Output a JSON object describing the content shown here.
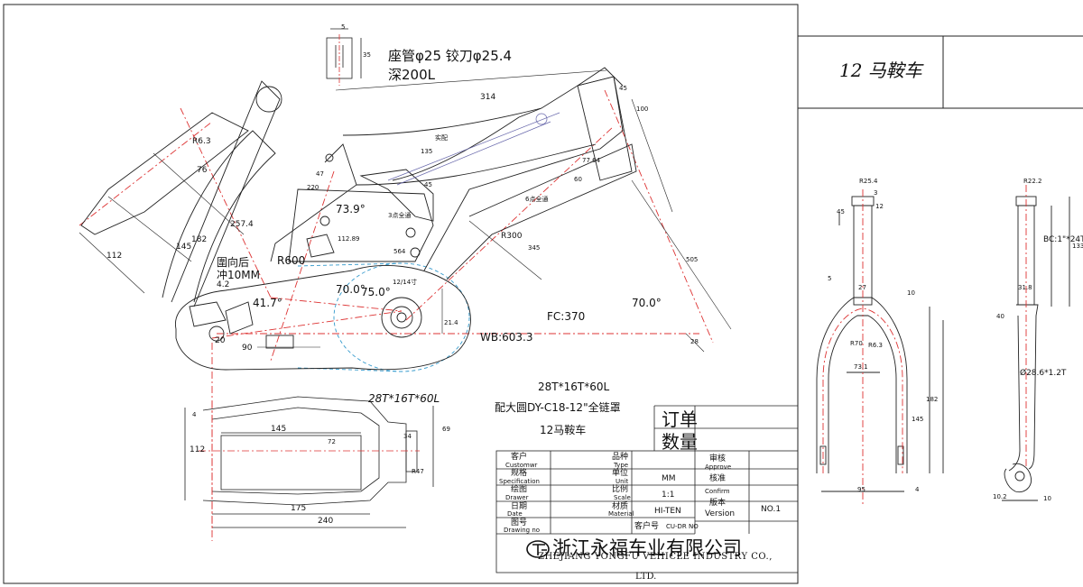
{
  "title_block": {
    "product_name": "12 马鞍车",
    "order_label": "订单",
    "quantity_label": "数量",
    "rows": [
      {
        "cn": "客户",
        "en": "Customwr",
        "value": ""
      },
      {
        "cn": "规格",
        "en": "Specification",
        "value": ""
      },
      {
        "cn": "绘图",
        "en": "Drawer",
        "value": ""
      },
      {
        "cn": "日期",
        "en": "Date",
        "value": ""
      },
      {
        "cn": "图号",
        "en": "Drawing no",
        "value": ""
      }
    ],
    "mid_rows": [
      {
        "cn": "品种",
        "en": "Type",
        "value": ""
      },
      {
        "cn": "单位",
        "en": "Unit",
        "value": "MM"
      },
      {
        "cn": "比例",
        "en": "Scale",
        "value": "1:1"
      },
      {
        "cn": "材质",
        "en": "Material",
        "value": "HI-TEN"
      },
      {
        "cn": "客户号",
        "en": "CU-DR NO",
        "value": ""
      }
    ],
    "right_rows": [
      {
        "cn": "审核",
        "en": "Approve",
        "value": ""
      },
      {
        "cn": "核准",
        "en": "Confirm",
        "value": ""
      },
      {
        "cn": "版本",
        "en": "Version",
        "value": "NO.1"
      }
    ],
    "company_cn": "浙江永福车业有限公司",
    "company_en_line1": "ZHEJIANG YONGFU VEHICLE INDUSTRY CO.,",
    "company_en_line2": "LTD."
  },
  "notes": {
    "seat_tube": "座管φ25  铰刀φ25.4",
    "depth": "深200L",
    "gear": "28T*16T*60L",
    "chain_guard": "配大圆DY-C18-12\"全链罩",
    "model": "12马鞍车",
    "dropout_note1": "圍向后",
    "dropout_note2": "冲10MM",
    "stay_label": "28T*16T*60L",
    "real_fit": "实配",
    "six_through": "6点全通",
    "three_through": "3点全通"
  },
  "dimensions": {
    "d314": "314",
    "d5": "5",
    "d35": "35",
    "d100": "100",
    "d45a": "45",
    "d47": "47",
    "d220": "220",
    "d73": "73.9°",
    "d257": "257.4",
    "d182": "182",
    "d145": "145",
    "d112": "112",
    "d76": "76",
    "r63": "R6.3",
    "d135": "135",
    "d45b": "45",
    "d60": "60",
    "d77": "77.64",
    "r300": "R300",
    "d345": "345",
    "d505": "505",
    "r600": "R600",
    "d42": "4.2",
    "d41": "41.7°",
    "d70a": "70.0°",
    "d75": "75.0°",
    "d70b": "70.0°",
    "d90": "90",
    "d20": "20",
    "fc": "FC:370",
    "wb": "WB:603.3",
    "d28": "28",
    "d214": "21.4",
    "d11289": "112.89",
    "d564": "564",
    "d1214": "12/14寸",
    "s4": "4",
    "s145": "145",
    "s72": "72",
    "s34": "34",
    "s69": "69",
    "s112": "112",
    "s175": "175",
    "s240": "240",
    "sR47": "R47",
    "f254": "R25.4",
    "f45": "45",
    "f3": "3",
    "f12": "12",
    "f5": "5",
    "f27": "27",
    "f10": "10",
    "f63": "R6.3",
    "f731": "73.1",
    "f182": "182",
    "f145": "145",
    "f95": "95",
    "f4": "4",
    "fr70": "R70",
    "g222": "R22.2",
    "g133": "133",
    "g318": "31.8",
    "g40": "40",
    "gbc": "BC:1\"*24T",
    "gtube": "Ø28.6*1.2T",
    "g102": "10.2",
    "g10": "10"
  }
}
